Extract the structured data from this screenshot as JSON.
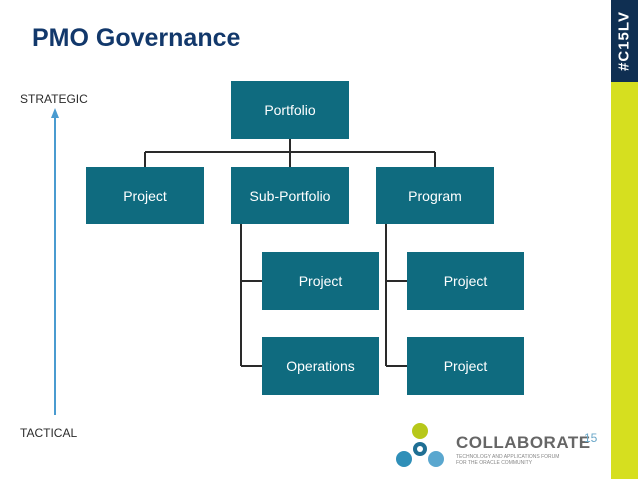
{
  "slide": {
    "title": "PMO Governance",
    "hashtag": "#C15LV"
  },
  "axis": {
    "top_label": "STRATEGIC",
    "bottom_label": "TACTICAL",
    "arrow_color": "#4a9bd0"
  },
  "nodes": {
    "portfolio": "Portfolio",
    "project_left": "Project",
    "sub_portfolio": "Sub-Portfolio",
    "program": "Program",
    "sub_portfolio_project": "Project",
    "sub_portfolio_operations": "Operations",
    "program_project_1": "Project",
    "program_project_2": "Project"
  },
  "logo": {
    "name": "COLLABORATE",
    "number": "15",
    "tagline_line1": "TECHNOLOGY AND APPLICATIONS FORUM",
    "tagline_line2": "FOR THE ORACLE COMMUNITY"
  },
  "colors": {
    "box": "#0f6b7f",
    "title": "#12386b",
    "sidebar": "#d6df1f",
    "hashtag_bg": "#0f2f52"
  }
}
